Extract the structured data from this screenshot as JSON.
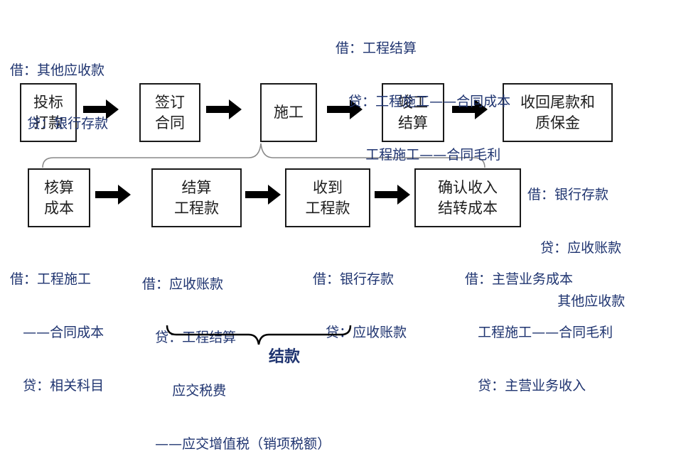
{
  "colors": {
    "entry_text": "#1f3470",
    "box_border": "#1a1a1a",
    "arrow": "#000000"
  },
  "flow_row1": [
    {
      "id": "bid",
      "label": "投标\n打款"
    },
    {
      "id": "contract",
      "label": "签订\n合同"
    },
    {
      "id": "construction",
      "label": "施工"
    },
    {
      "id": "completion",
      "label": "竣工\n结算"
    },
    {
      "id": "final_payment",
      "label": "收回尾款和\n质保金"
    }
  ],
  "flow_row2": [
    {
      "id": "accounting",
      "label": "核算\n成本"
    },
    {
      "id": "billing",
      "label": "结算\n工程款"
    },
    {
      "id": "receipt",
      "label": "收到\n工程款"
    },
    {
      "id": "recognition",
      "label": "确认收入\n结转成本"
    }
  ],
  "entries": {
    "bid": [
      "借：其他应收款",
      "    贷：银行存款"
    ],
    "completion": [
      "借：工程结算",
      "   贷：工程施工——合同成本",
      "       工程施工——合同毛利"
    ],
    "final_payment": [
      "借：银行存款",
      "   贷：应收账款",
      "       其他应收款"
    ],
    "accounting": [
      "借：工程施工",
      "   ——合同成本",
      "   贷：相关科目"
    ],
    "billing": [
      "借：应收账款",
      "   贷：工程结算",
      "       应交税费",
      "   ——应交增值税（销项税额）"
    ],
    "receipt": [
      "借：银行存款",
      "   贷：应收账款"
    ],
    "recognition": [
      "借：主营业务成本",
      "   工程施工——合同毛利",
      "   贷：主营业务收入"
    ]
  },
  "brace_label": "结款"
}
